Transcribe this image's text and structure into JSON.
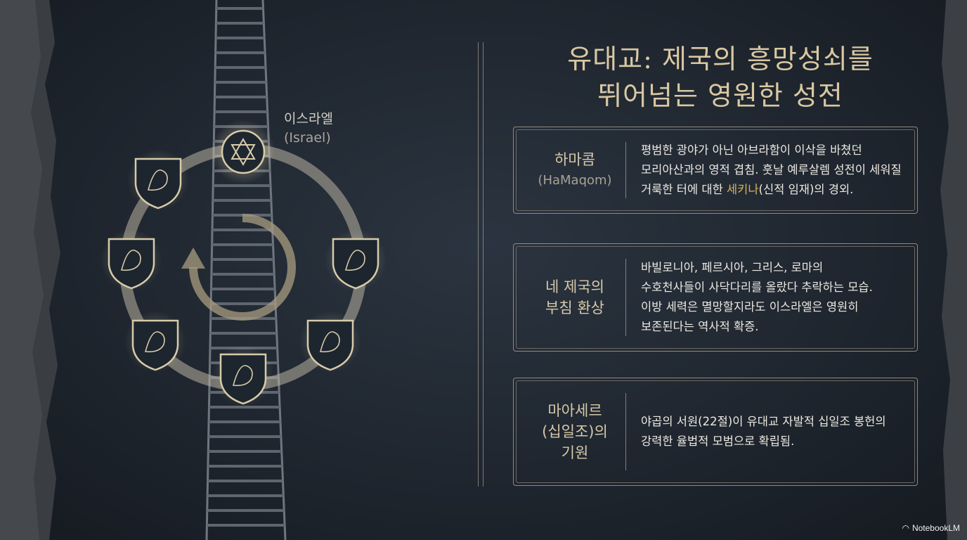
{
  "title": {
    "line1": "유대교: 제국의 흥망성쇠를",
    "line2": "뛰어넘는 영원한 성전"
  },
  "israel": {
    "name": "이스라엘",
    "english": "(Israel)"
  },
  "emblems": [
    "star-of-david-icon",
    "lion-griffin-icon",
    "ram-icon",
    "eagle-icon",
    "eagle-head-icon",
    "eagle-icon",
    "goat-icon"
  ],
  "cards": [
    {
      "head": [
        "하마콤"
      ],
      "head_sub": "(HaMaqom)",
      "lines": [
        {
          "text": "평범한 광야가 아닌 아브라함이 이삭을 바쳤던"
        },
        {
          "text": "모리아산과의 영적 겹침. 훗날 예루살렘 성전이 세워질"
        },
        {
          "pre": "거룩한 터에 대한 ",
          "hl": "세키나",
          "post": "(신적 임재)의 경외."
        }
      ]
    },
    {
      "head": [
        "네 제국의",
        "부침 환상"
      ],
      "head_sub": "",
      "lines": [
        {
          "text": "바빌로니아, 페르시아, 그리스, 로마의"
        },
        {
          "text": "수호천사들이 사닥다리를 올랐다 추락하는 모습."
        },
        {
          "text": "이방 세력은 멸망할지라도 이스라엘은 영원히"
        },
        {
          "text": "보존된다는 역사적 확증."
        }
      ]
    },
    {
      "head": [
        "마아세르",
        "(십일조)의",
        "기원"
      ],
      "head_sub": "",
      "lines": [
        {
          "text": "야곱의 서원(22절)이 유대교 자발적 십일조 봉헌의"
        },
        {
          "text": "강력한 율법적 모범으로 확립됨."
        }
      ]
    }
  ],
  "brand": "NotebookLM",
  "colors": {
    "accent": "#d9c8a2",
    "highlight": "#d9b45a",
    "background": "#1f262f"
  }
}
